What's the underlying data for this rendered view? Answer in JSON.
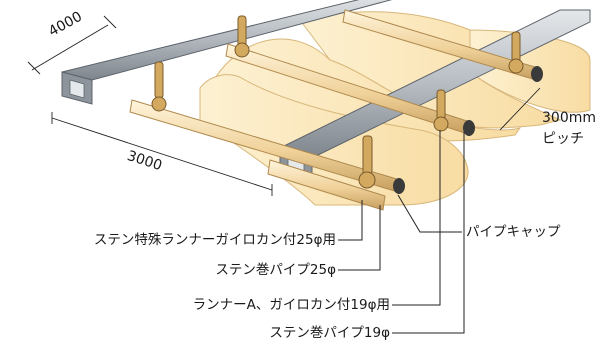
{
  "dimensions": {
    "rail_spacing": "4000",
    "runner_length": "3000",
    "pitch_value": "300mm",
    "pitch_label": "ピッチ"
  },
  "callouts": {
    "runner_25": "ステン特殊ランナーガイロカン付25φ用",
    "pipe_25": "ステン巻パイプ25φ",
    "runner_19": "ランナーA、ガイロカン付19φ用",
    "pipe_19": "ステン巻パイプ19φ",
    "pipe_cap": "パイプキャップ"
  },
  "colors": {
    "curtain": "#fbe7b8",
    "curtain_edge": "#d8b77a",
    "rail": "#b9bec3",
    "rail_dark": "#6e757c",
    "pipe": "#f3d9a4",
    "pipe_dark": "#b08a4e",
    "line": "#222222"
  }
}
